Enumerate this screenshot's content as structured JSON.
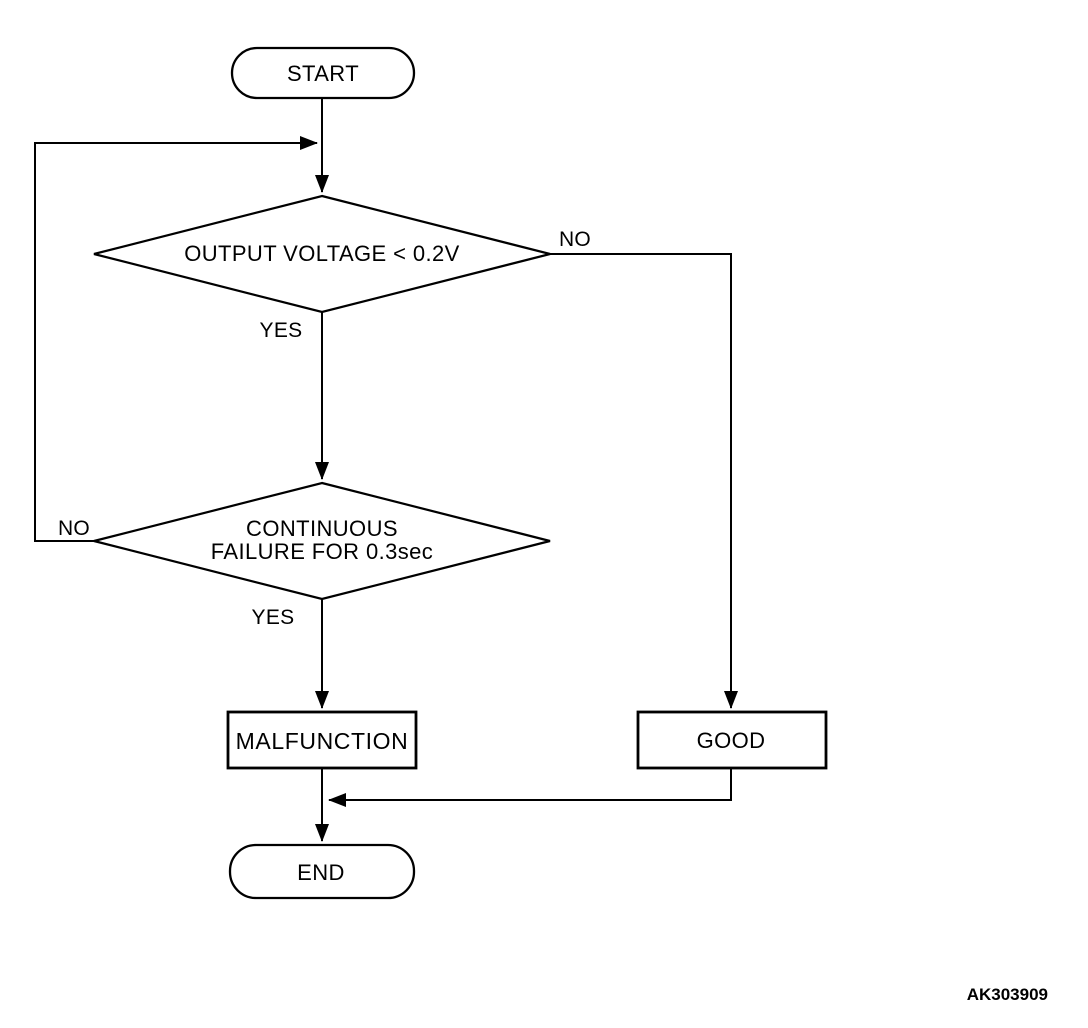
{
  "figure": {
    "type": "flowchart",
    "figure_id": "AK303909",
    "colors": {
      "line": "#000000",
      "background": "#ffffff",
      "text": "#000000"
    },
    "nodes": {
      "start": {
        "shape": "terminator",
        "label": "START"
      },
      "decision_voltage": {
        "shape": "decision",
        "label": "OUTPUT VOLTAGE < 0.2V"
      },
      "decision_failure": {
        "shape": "decision",
        "label_line1": "CONTINUOUS",
        "label_line2": "FAILURE FOR 0.3sec"
      },
      "malfunction": {
        "shape": "process",
        "label": "MALFUNCTION"
      },
      "good": {
        "shape": "process",
        "label": "GOOD"
      },
      "end": {
        "shape": "terminator",
        "label": "END"
      }
    },
    "edge_labels": {
      "voltage_no": "NO",
      "voltage_yes": "YES",
      "failure_no": "NO",
      "failure_yes": "YES"
    }
  }
}
